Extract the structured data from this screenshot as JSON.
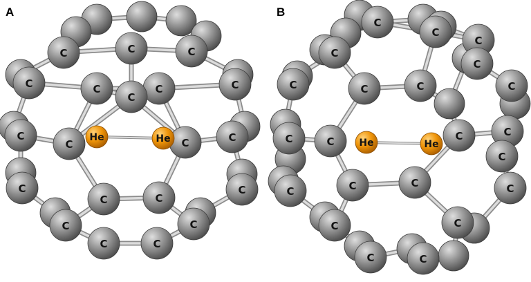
{
  "panels": [
    {
      "label": "A",
      "carbon_label": "C",
      "helium_label": "He",
      "helium_count": 2
    },
    {
      "label": "B",
      "carbon_label": "C",
      "helium_label": "He",
      "helium_count": 2
    }
  ],
  "colors": {
    "carbon": "#8a8a8a",
    "helium": "#f0960a",
    "bond": "#dcdcdc",
    "bond_edge": "#8c8c8c",
    "label": "#141414"
  }
}
